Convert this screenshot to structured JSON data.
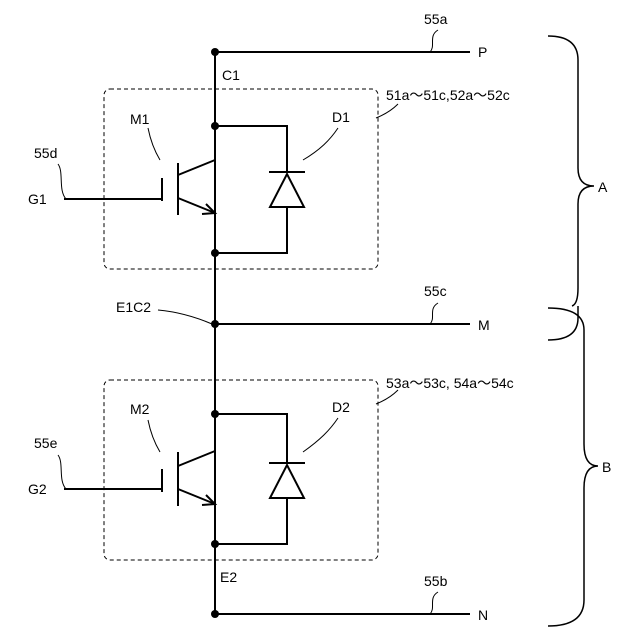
{
  "labels": {
    "c1": "C1",
    "e1c2": "E1C2",
    "e2": "E2",
    "m1": "M1",
    "m2": "M2",
    "d1": "D1",
    "d2": "D2",
    "g1": "G1",
    "g2": "G2",
    "p": "P",
    "m": "M",
    "n": "N",
    "ref_55a": "55a",
    "ref_55b": "55b",
    "ref_55c": "55c",
    "ref_55d": "55d",
    "ref_55e": "55e",
    "module_upper": "51a～51c,52a～52c",
    "module_lower": "53a～53c, 54a～54c",
    "brace_a": "A",
    "brace_b": "B"
  }
}
